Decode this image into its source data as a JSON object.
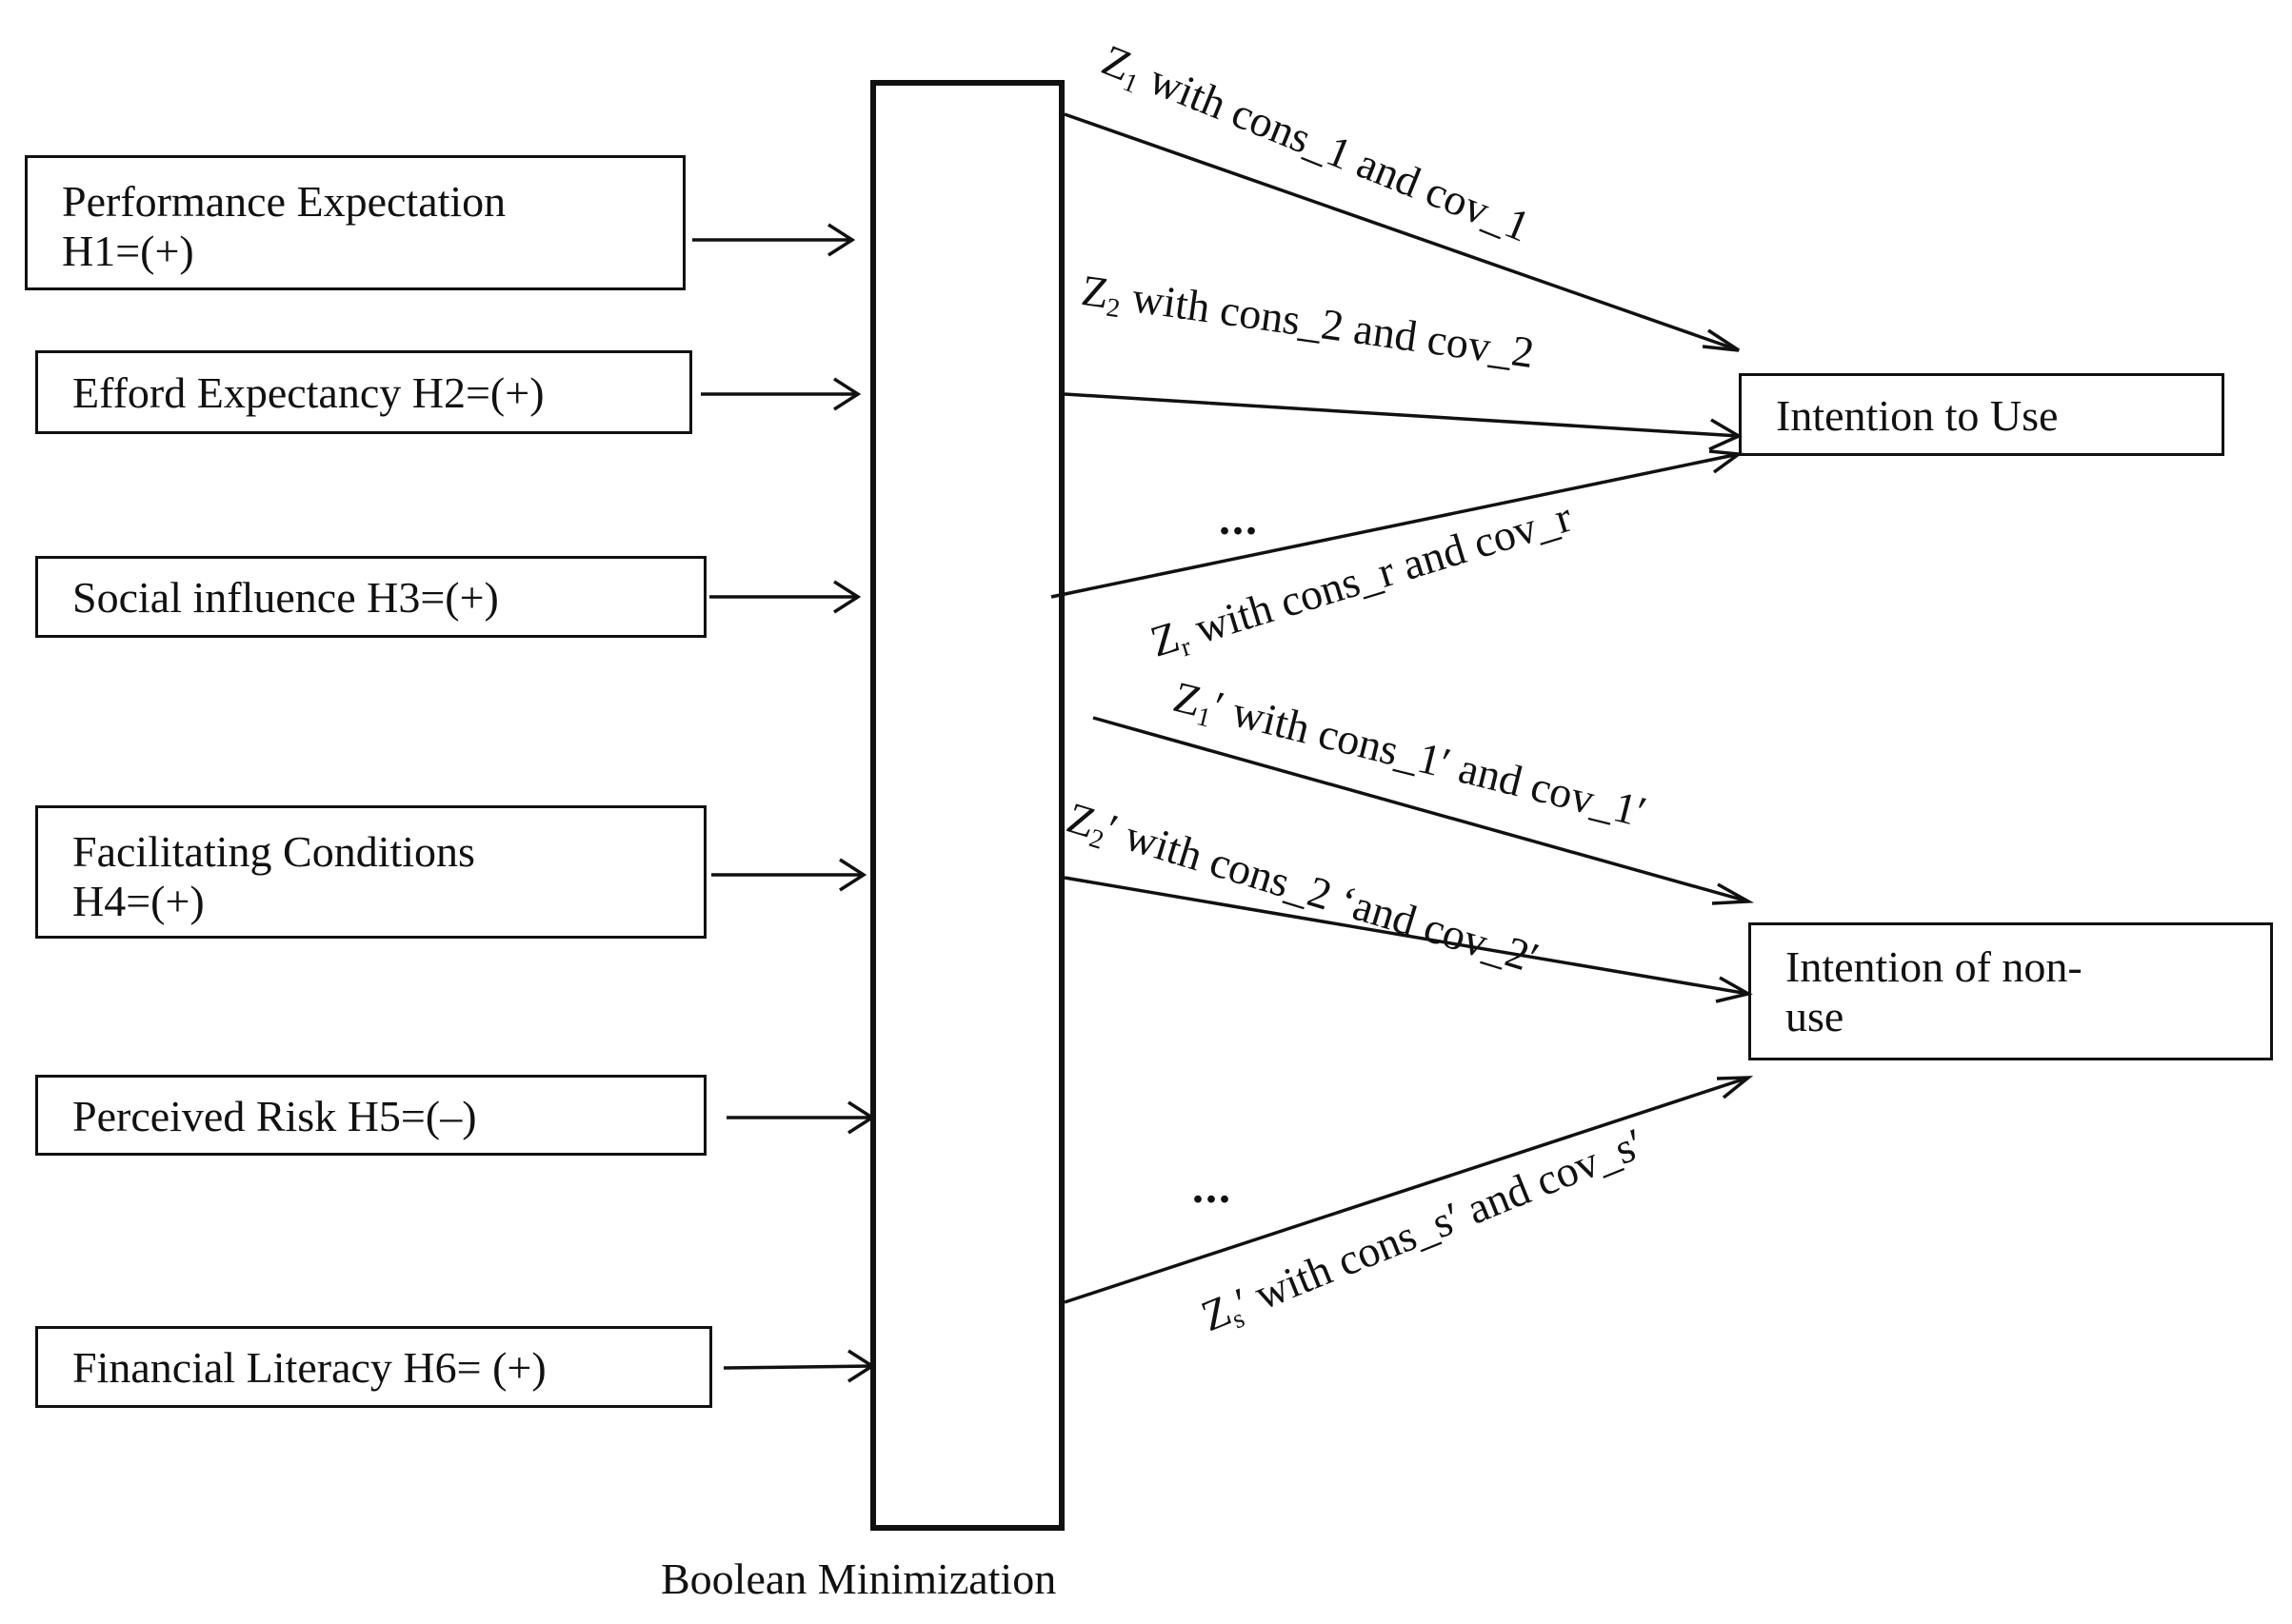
{
  "inputs": [
    {
      "line1": "Performance Expectation",
      "line2": "H1=(+)"
    },
    {
      "line1": "Efford Expectancy H2=(+)"
    },
    {
      "line1": "Social influence H3=(+)"
    },
    {
      "line1": "Facilitating Conditions",
      "line2": "H4=(+)"
    },
    {
      "line1": "Perceived Risk H5=(–)"
    },
    {
      "line1": "Financial Literacy H6= (+)"
    }
  ],
  "center": {
    "label": "Boolean Minimization"
  },
  "outputs": [
    {
      "line1": "Intention to Use"
    },
    {
      "line1": "Intention of non-",
      "line2": "use"
    }
  ],
  "paths": [
    {
      "z": "Z",
      "sub": "1",
      "text": " with cons_1 and cov_1"
    },
    {
      "z": "Z",
      "sub": "2",
      "text": " with cons_2 and cov_2"
    },
    {
      "z": "Z",
      "sub": "r",
      "text": " with cons_r and cov_r"
    },
    {
      "z": "Z",
      "sub": "1",
      "text": "′ with cons_1′ and cov_1′"
    },
    {
      "z": "Z",
      "sub": "2",
      "text": "′ with cons_2 ‘and cov_2′"
    },
    {
      "z": "Z",
      "sub": "s",
      "text": "′ with cons_s′ and cov_s′"
    }
  ],
  "ellipsis": "..."
}
